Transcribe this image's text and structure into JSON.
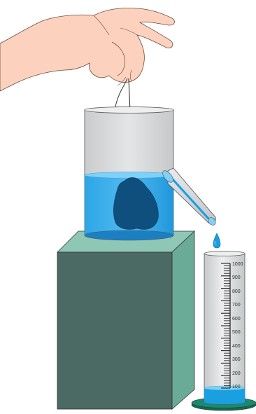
{
  "figure": {
    "description_hidden": "",
    "cylinder": {
      "scale_labels": [
        "1000",
        "900",
        "800",
        "700",
        "600",
        "500",
        "400",
        "300",
        "200",
        "100"
      ]
    },
    "colors": {
      "water": "#1a9fe0",
      "water_dark": "#1b7fc4",
      "stone": "#0e4f7d",
      "block_front": "#4b6a64",
      "block_top": "#8fc7b6",
      "block_side": "#6aab98",
      "glass": "#d6d8da",
      "cylinder_base": "#1a8a6e",
      "skin": "#fcd2bf"
    },
    "icons": [
      "hand-icon",
      "water-drop-icon"
    ]
  }
}
